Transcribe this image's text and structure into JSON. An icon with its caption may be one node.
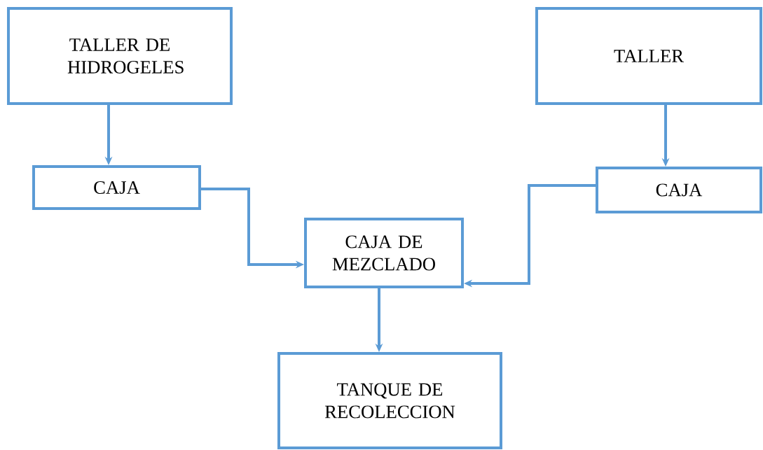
{
  "diagram": {
    "nodes": [
      {
        "text": [
          "TALLER DE HIDROGELES"
        ]
      },
      {
        "text": [
          "CAJA"
        ]
      },
      {
        "text": [
          "TALLER"
        ]
      },
      {
        "text": [
          "CAJA"
        ]
      },
      {
        "text": [
          "CAJA DE MEZCLADO"
        ]
      },
      {
        "text": [
          "TANQUE DE RECOLECCION"
        ]
      }
    ],
    "edges": [
      {
        "from": 0,
        "to": 1,
        "arrow": "to"
      },
      {
        "from": 1,
        "to": 4,
        "arrow": "to"
      },
      {
        "from": 2,
        "to": 3,
        "arrow": "to"
      },
      {
        "from": 3,
        "to": 4,
        "arrow": "to"
      },
      {
        "from": 4,
        "to": 5,
        "arrow": "to"
      }
    ]
  }
}
